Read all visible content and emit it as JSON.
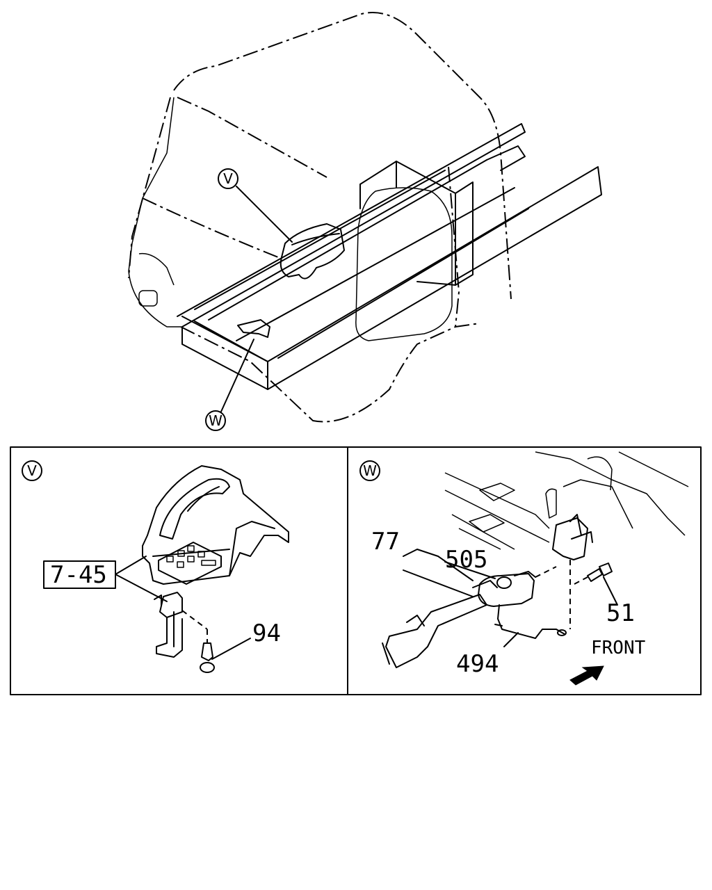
{
  "callouts": {
    "view_v": "V",
    "view_w": "W"
  },
  "parts": {
    "p7_45": "7-45",
    "p94": "94",
    "p77": "77",
    "p505": "505",
    "p51": "51",
    "p494": "494"
  },
  "direction": {
    "front_label": "FRONT",
    "arrow_icon": "arrow-right-icon"
  },
  "colors": {
    "line": "#000000",
    "background": "#ffffff"
  }
}
